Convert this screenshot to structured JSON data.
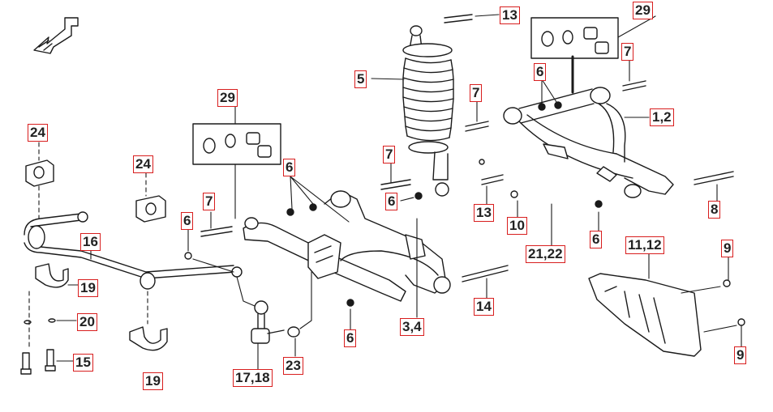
{
  "diagram": {
    "accent_color": "#d81e1e",
    "line_color": "#1a1a1a",
    "callouts": {
      "c13a": "13",
      "c29a": "29",
      "c7a": "7",
      "c5": "5",
      "c6a": "6",
      "c7b": "7",
      "c12a": "1,2",
      "c29b": "29",
      "c24a": "24",
      "c24b": "24",
      "c7c": "7",
      "c6b": "6",
      "c6c": "6",
      "c7d": "7",
      "c6d": "6",
      "c13b": "13",
      "c10": "10",
      "c2122": "21,22",
      "c6e": "6",
      "c8": "8",
      "c16": "16",
      "c19a": "19",
      "c20": "20",
      "c15": "15",
      "c19b": "19",
      "c1718": "17,18",
      "c23": "23",
      "c6f": "6",
      "c34": "3,4",
      "c14": "14",
      "c1112": "11,12",
      "c9a": "9",
      "c9b": "9"
    }
  }
}
